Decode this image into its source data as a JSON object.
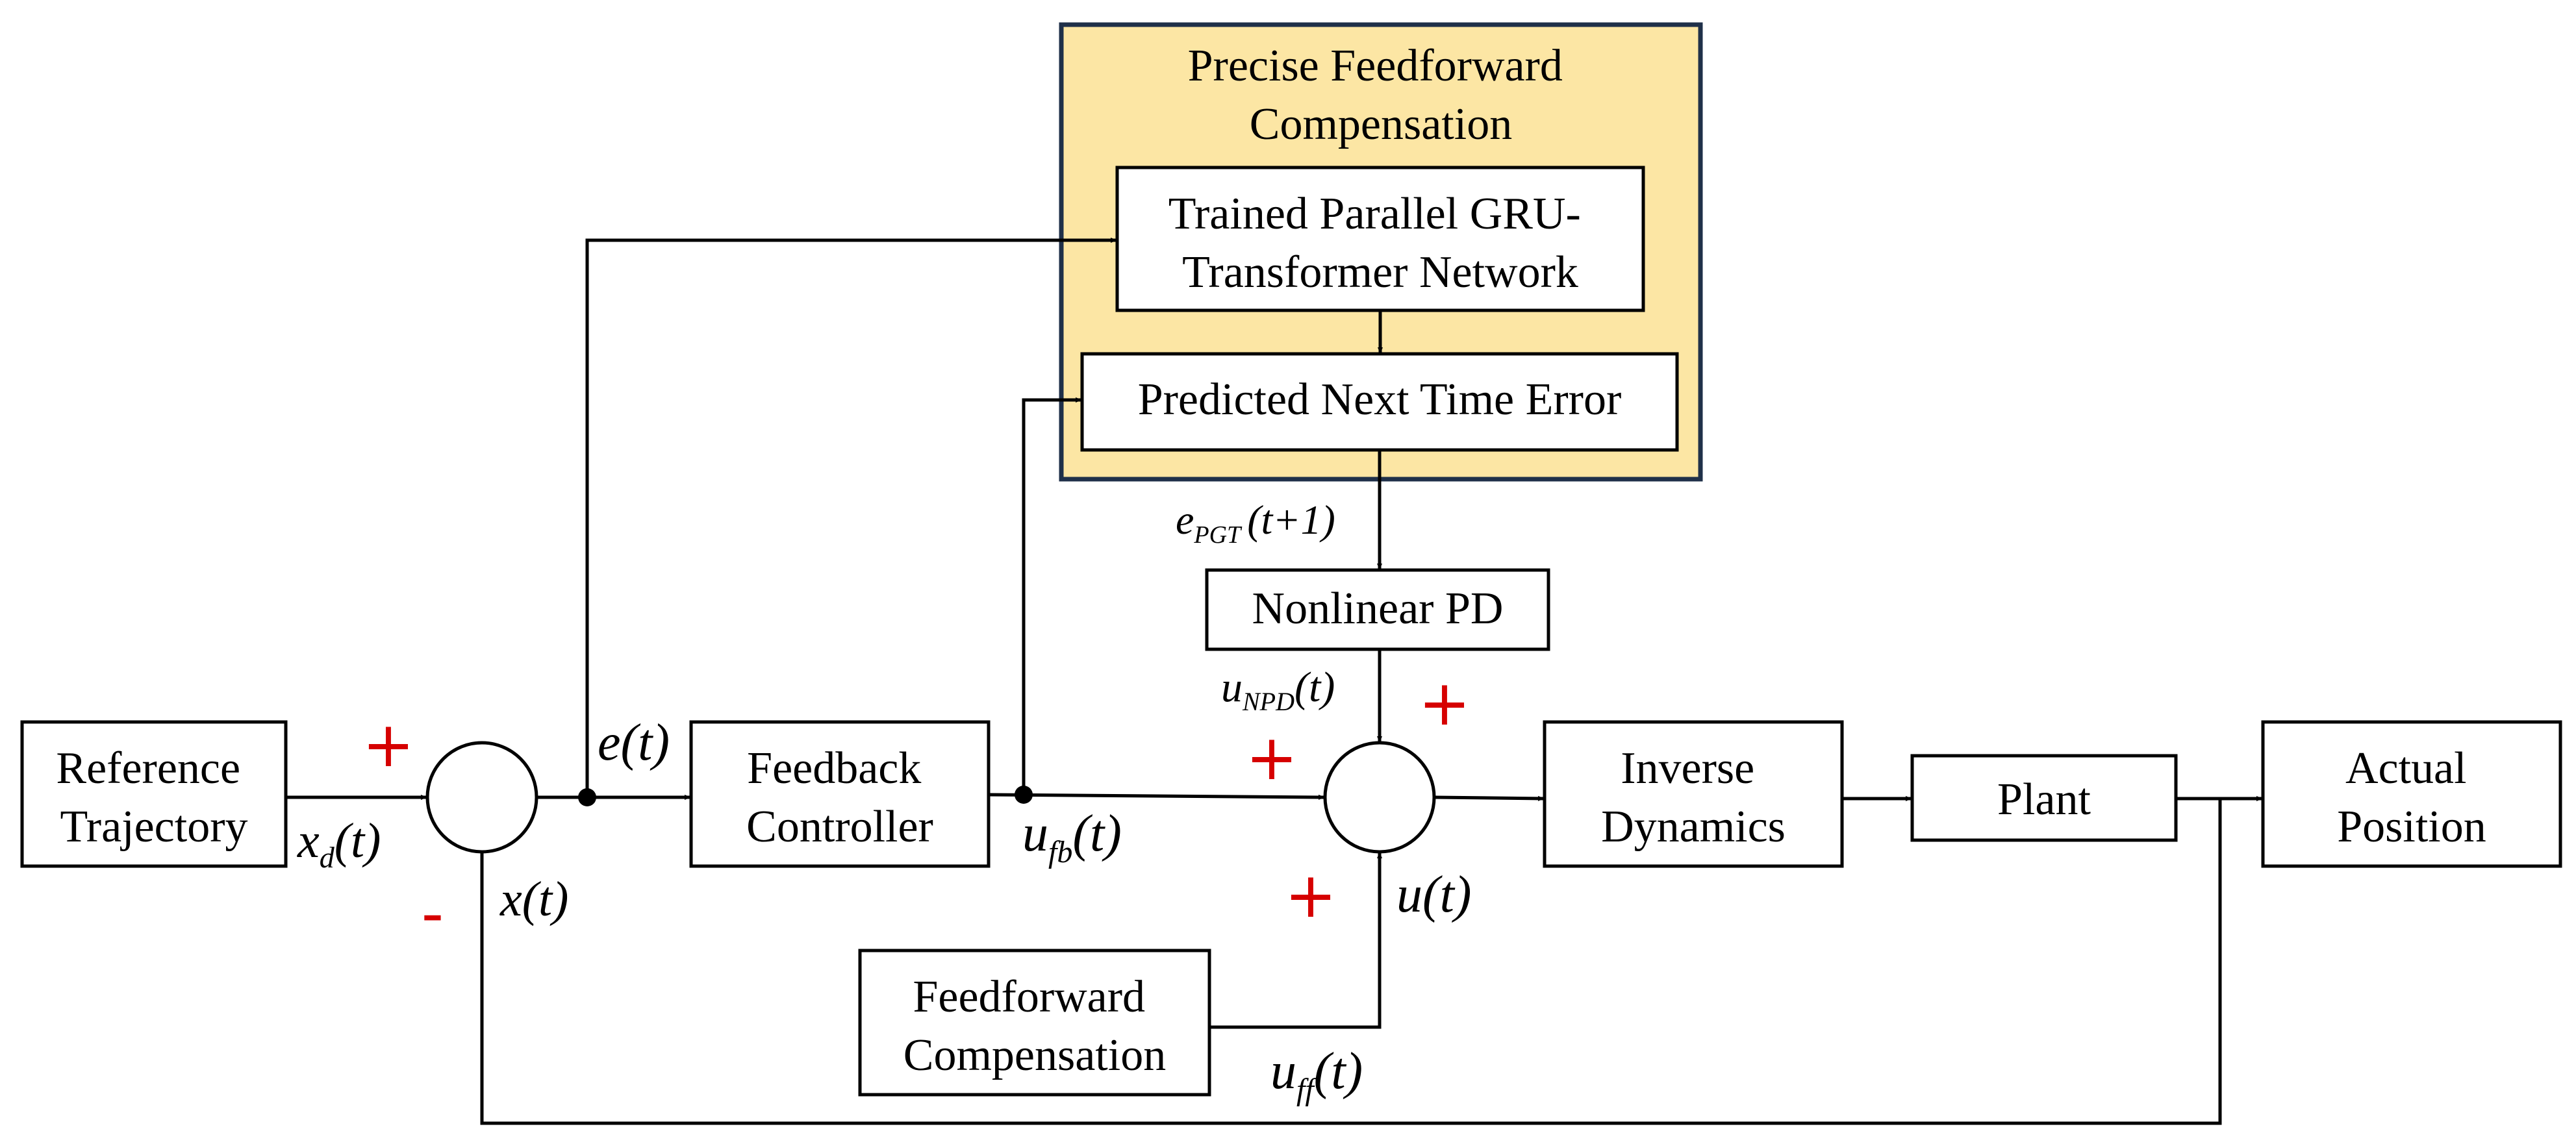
{
  "colors": {
    "feedforward_panel_fill": "#FCE6A4",
    "feedforward_panel_border": "#1F3049",
    "sign_color": "#D60000",
    "line": "#000000"
  },
  "blocks": {
    "reference_trajectory": [
      "Reference",
      "Trajectory"
    ],
    "precise_feedforward_title": [
      "Precise Feedforward",
      "Compensation"
    ],
    "gru_transformer": [
      "Trained Parallel GRU-",
      "Transformer Network"
    ],
    "predicted_error": "Predicted Next Time Error",
    "nonlinear_pd": "Nonlinear PD",
    "feedback_controller": [
      "Feedback",
      "Controller"
    ],
    "inverse_dynamics": [
      "Inverse",
      "Dynamics"
    ],
    "plant": "Plant",
    "actual_position": [
      "Actual",
      "Position"
    ],
    "feedforward_compensation": [
      "Feedforward",
      "Compensation"
    ]
  },
  "signals": {
    "xd": {
      "base": "x",
      "sub": "d",
      "arg": "(t)"
    },
    "e": {
      "base": "e",
      "arg": "(t)"
    },
    "x": {
      "base": "x",
      "arg": "(t)"
    },
    "ufb": {
      "base": "u",
      "sub": "fb",
      "arg": "(t)"
    },
    "epgt": {
      "base": "e",
      "sub": "PGT",
      "arg": "(t+1)"
    },
    "unpd": {
      "base": "u",
      "sub": "NPD",
      "arg": "(t)"
    },
    "u": {
      "base": "u",
      "arg": "(t)"
    },
    "uff": {
      "base": "u",
      "sub": "ff",
      "arg": "(t)"
    }
  },
  "signs": {
    "sum1_ref": "+",
    "sum1_feedback": "-",
    "sum2_fb": "+",
    "sum2_npd": "+",
    "sum2_ff": "+"
  }
}
